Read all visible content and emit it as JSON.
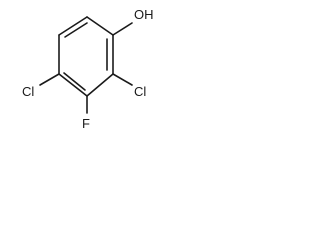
{
  "molecule": {
    "atoms": {
      "oh": "OH",
      "cl_ortho": "Cl",
      "f": "F",
      "cl_para": "Cl"
    }
  },
  "colors": {
    "bond": "#1a1a1a",
    "label": "#1a1a1a",
    "background": "#ffffff"
  }
}
